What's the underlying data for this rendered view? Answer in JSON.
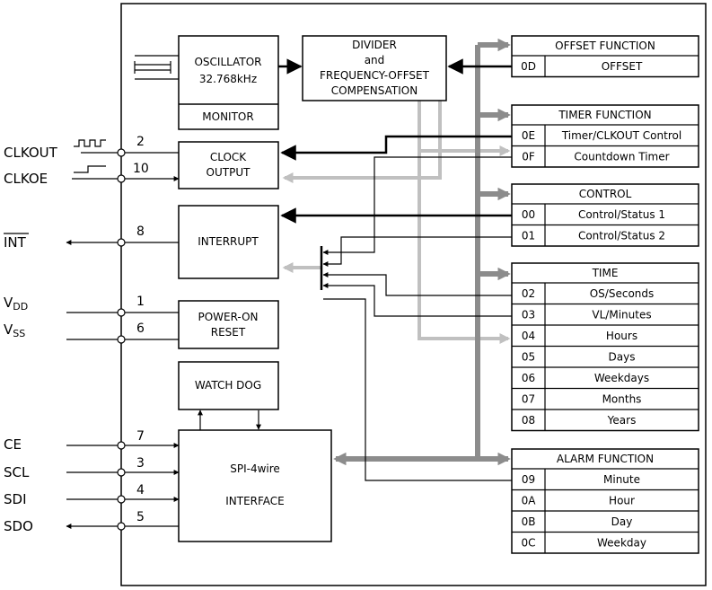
{
  "pins_left": [
    {
      "id": "clkout",
      "label": "CLKOUT",
      "number": "2"
    },
    {
      "id": "clkoe",
      "label": "CLKOE",
      "number": "10"
    },
    {
      "id": "int",
      "label": "INT",
      "number": "8"
    },
    {
      "id": "vdd",
      "label": "V",
      "sub": "DD",
      "number": "1"
    },
    {
      "id": "vss",
      "label": "V",
      "sub": "SS",
      "number": "6"
    },
    {
      "id": "ce",
      "label": "CE",
      "number": "7"
    },
    {
      "id": "scl",
      "label": "SCL",
      "number": "3"
    },
    {
      "id": "sdi",
      "label": "SDI",
      "number": "4"
    },
    {
      "id": "sdo",
      "label": "SDO",
      "number": "5"
    }
  ],
  "blocks": {
    "oscillator": {
      "line1": "OSCILLATOR",
      "line2": "32.768kHz"
    },
    "monitor": "MONITOR",
    "divider": {
      "line1": "DIVIDER",
      "line2": "and",
      "line3": "FREQUENCY-OFFSET",
      "line4": "COMPENSATION"
    },
    "clock_output": {
      "line1": "CLOCK",
      "line2": "OUTPUT"
    },
    "interrupt": "INTERRUPT",
    "power_on_reset": {
      "line1": "POWER-ON",
      "line2": "RESET"
    },
    "watch_dog": "WATCH DOG",
    "interface": {
      "line1": "SPI-4wire",
      "line2": "INTERFACE"
    }
  },
  "register_groups": [
    {
      "id": "offset",
      "title": "OFFSET FUNCTION",
      "rows": [
        {
          "addr": "0D",
          "name": "OFFSET"
        }
      ]
    },
    {
      "id": "timer",
      "title": "TIMER FUNCTION",
      "rows": [
        {
          "addr": "0E",
          "name": "Timer/CLKOUT Control"
        },
        {
          "addr": "0F",
          "name": "Countdown Timer"
        }
      ]
    },
    {
      "id": "control",
      "title": "CONTROL",
      "rows": [
        {
          "addr": "00",
          "name": "Control/Status 1"
        },
        {
          "addr": "01",
          "name": "Control/Status 2"
        }
      ]
    },
    {
      "id": "time",
      "title": "TIME",
      "rows": [
        {
          "addr": "02",
          "name": "OS/Seconds"
        },
        {
          "addr": "03",
          "name": "VL/Minutes"
        },
        {
          "addr": "04",
          "name": "Hours"
        },
        {
          "addr": "05",
          "name": "Days"
        },
        {
          "addr": "06",
          "name": "Weekdays"
        },
        {
          "addr": "07",
          "name": "Months"
        },
        {
          "addr": "08",
          "name": "Years"
        }
      ]
    },
    {
      "id": "alarm",
      "title": "ALARM FUNCTION",
      "rows": [
        {
          "addr": "09",
          "name": "Minute"
        },
        {
          "addr": "0A",
          "name": "Hour"
        },
        {
          "addr": "0B",
          "name": "Day"
        },
        {
          "addr": "0C",
          "name": "Weekday"
        }
      ]
    }
  ],
  "colors": {
    "line": "#000000",
    "bus": "#8c8c8c",
    "light": "#c0c0c0"
  }
}
